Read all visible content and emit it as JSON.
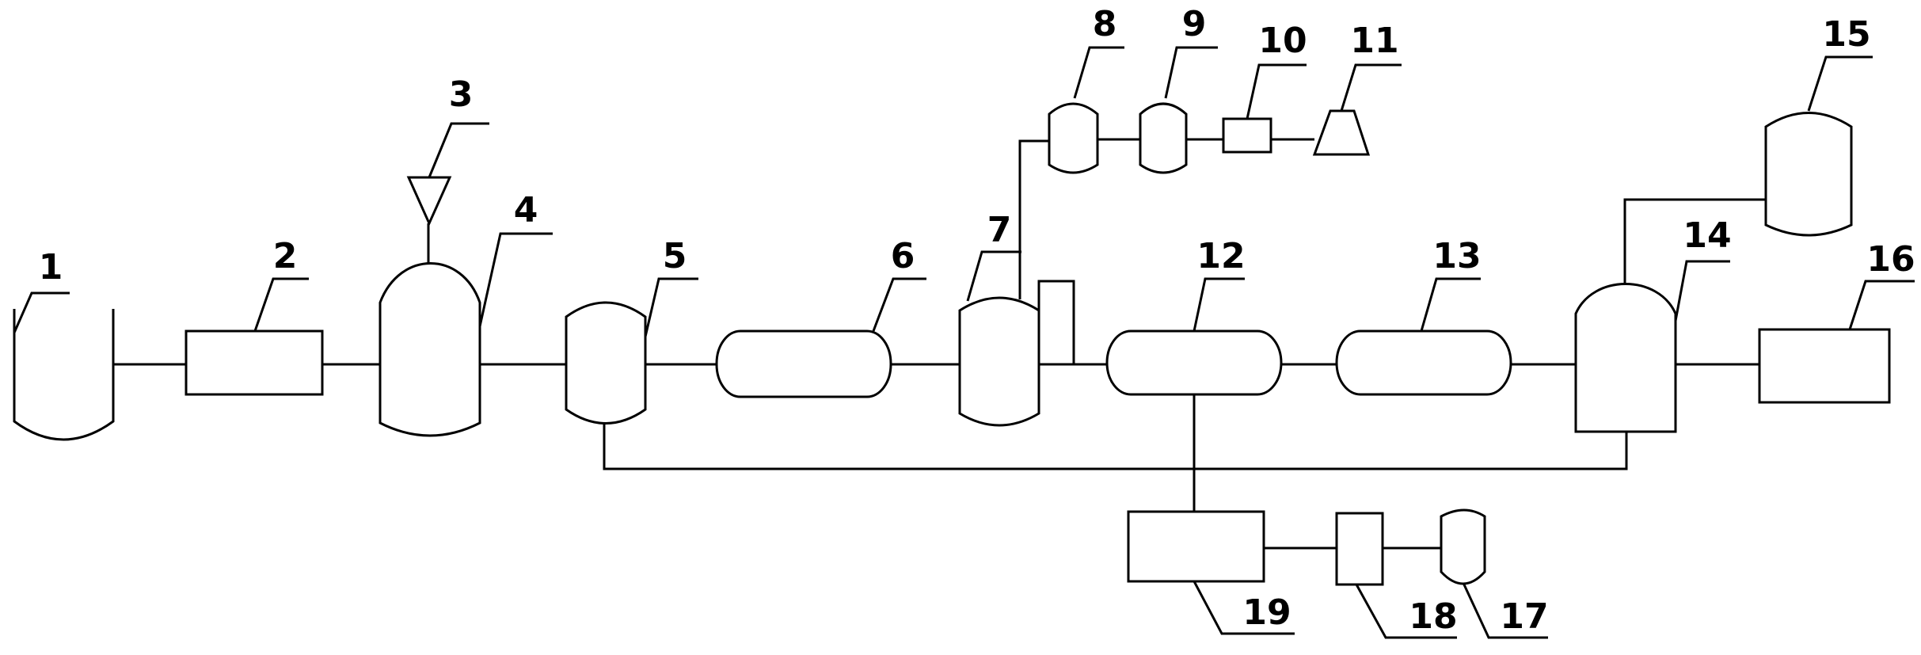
{
  "labels": {
    "n1": "1",
    "n2": "2",
    "n3": "3",
    "n4": "4",
    "n5": "5",
    "n6": "6",
    "n7": "7",
    "n8": "8",
    "n9": "9",
    "n10": "10",
    "n11": "11",
    "n12": "12",
    "n13": "13",
    "n14": "14",
    "n15": "15",
    "n16": "16",
    "n17": "17",
    "n18": "18",
    "n19": "19"
  },
  "colors": {
    "line": "#000000",
    "background": "#ffffff"
  }
}
